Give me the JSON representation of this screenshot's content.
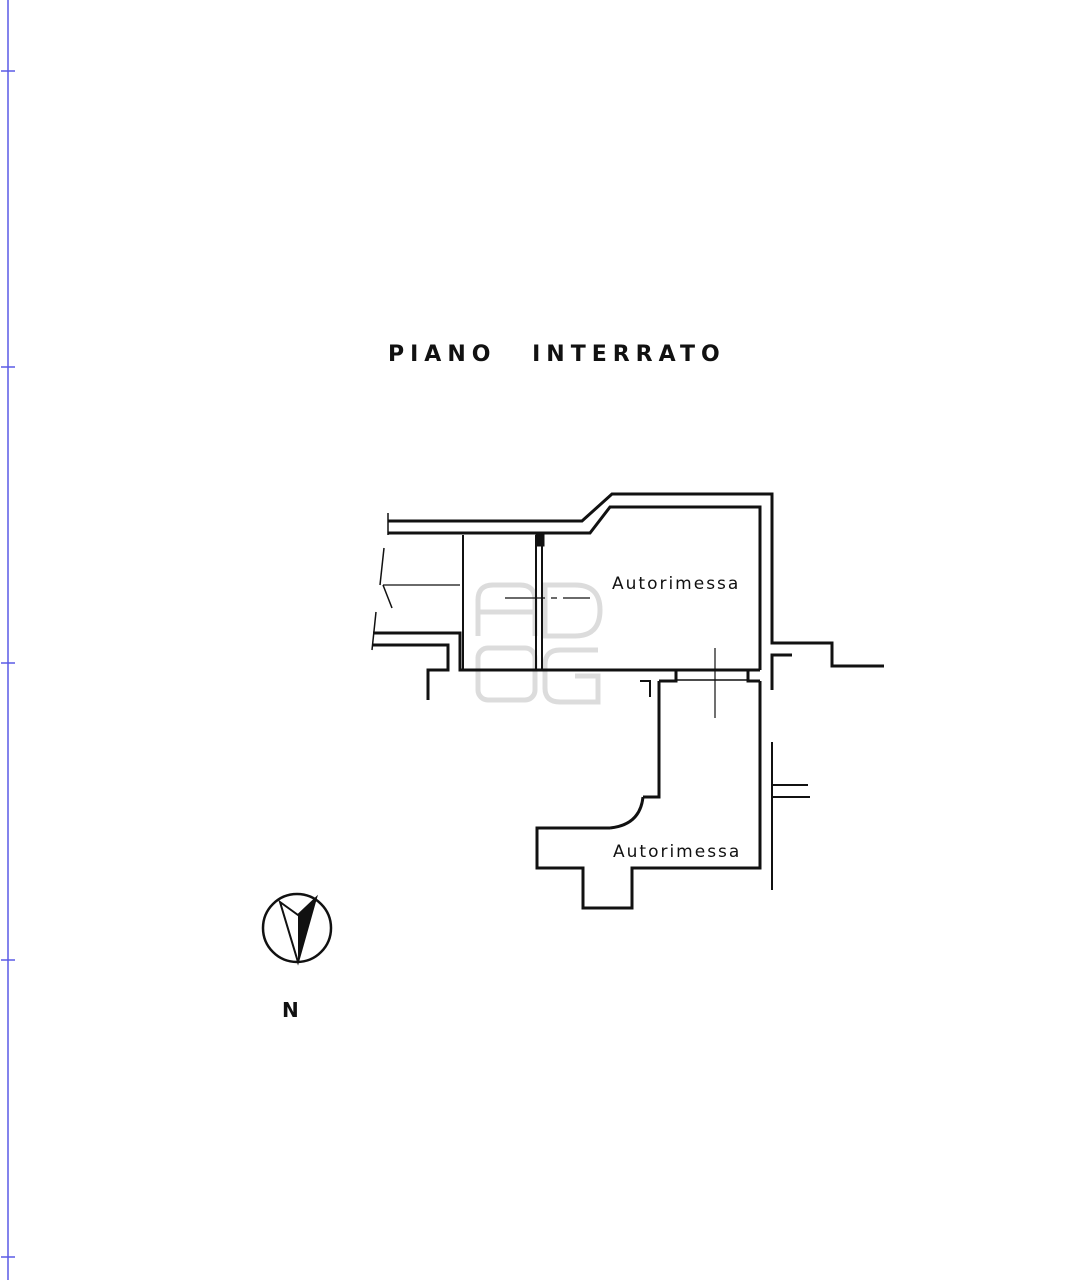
{
  "title": "PIANO INTERRATO",
  "rooms": [
    {
      "label": "Autorimessa"
    },
    {
      "label": "Autorimessa"
    }
  ],
  "compass": {
    "label": "N",
    "icon": "north-arrow-icon"
  },
  "watermark": {
    "text": "AD OG",
    "color": "#d9d9d9"
  },
  "colors": {
    "ink": "#111111",
    "margin_line": "#5a5ae6"
  }
}
